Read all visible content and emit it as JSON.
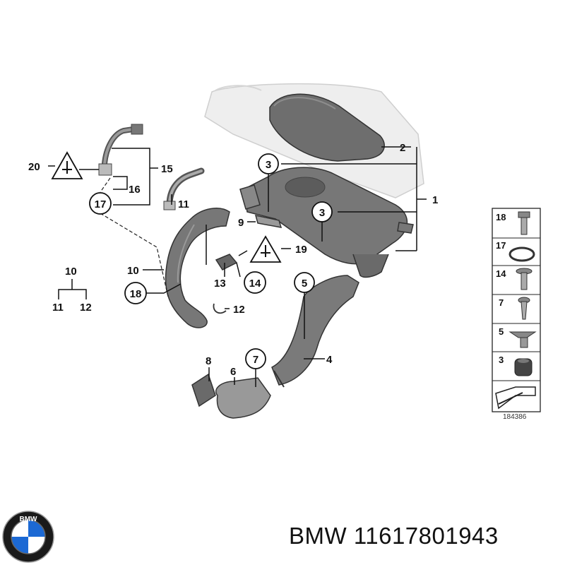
{
  "footer": {
    "brand": "BMW",
    "part_number": "11617801943"
  },
  "diagram": {
    "ref_number": "184386",
    "callouts": {
      "c1": "1",
      "c2": "2",
      "c3a": "3",
      "c3b": "3",
      "c4": "4",
      "c5": "5",
      "c6": "6",
      "c7": "7",
      "c8": "8",
      "c9": "9",
      "c10a": "10",
      "c10b": "10",
      "c11a": "11",
      "c11b": "11",
      "c12a": "12",
      "c12b": "12",
      "c13": "13",
      "c14": "14",
      "c15": "15",
      "c16": "16",
      "c17": "17",
      "c18": "18",
      "c19": "19",
      "c20": "20"
    },
    "legend": {
      "r18": "18",
      "r17": "17",
      "r14": "14",
      "r7": "7",
      "r5": "5",
      "r3": "3"
    }
  },
  "logo": {
    "letters": "BMW"
  }
}
